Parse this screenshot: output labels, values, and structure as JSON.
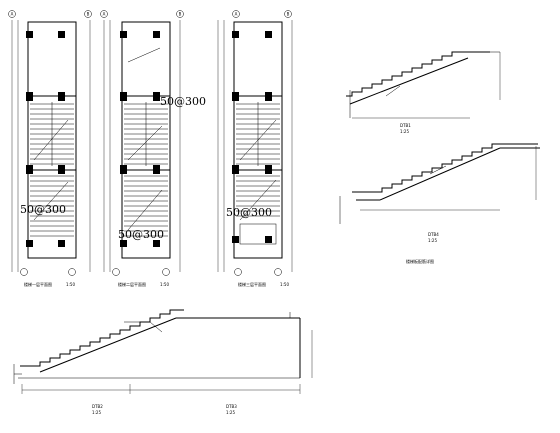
{
  "plans": {
    "left": {
      "big_label_mid": "50@300",
      "caption": "楼梯一层平面图",
      "scale": "1:50"
    },
    "middle": {
      "big_label_mid": "50@300",
      "big_label_low": "50@300",
      "caption": "楼梯二层平面图",
      "scale": "1:50"
    },
    "right": {
      "big_label_low": "50@300",
      "caption": "楼梯三层平面图",
      "scale": "1:50"
    }
  },
  "sections": {
    "dtb1": {
      "label": "DTB1",
      "scale": "1:25"
    },
    "dtb4": {
      "label": "DTB4",
      "scale": "1:25"
    },
    "dtb2": {
      "label": "DTB2",
      "scale": "1:25"
    },
    "dtb3": {
      "label": "DTB3",
      "scale": "1:25"
    },
    "note": "楼梯板配筋详图"
  },
  "axis_marks": [
    "A",
    "B",
    "A",
    "B",
    "A",
    "B"
  ]
}
